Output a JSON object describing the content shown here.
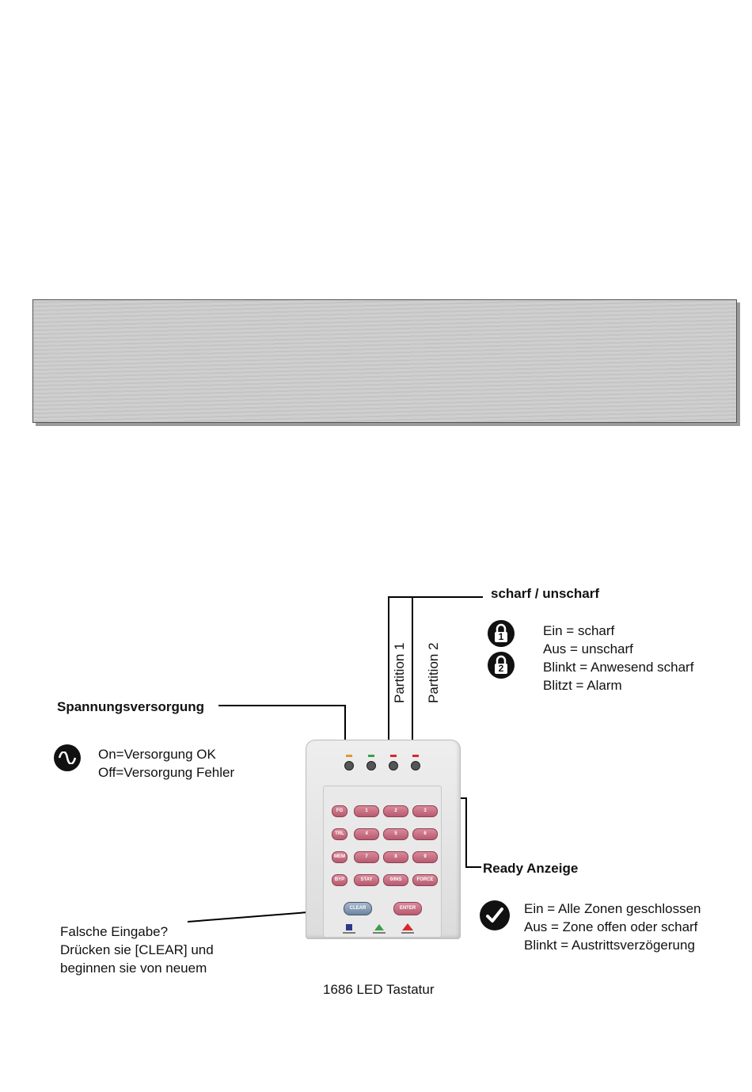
{
  "callouts": {
    "arm_title": "scharf / unscharf",
    "partition1": "Partition 1",
    "partition2": "Partition 2",
    "arm_lines": [
      "Ein = scharf",
      "Aus =  unscharf",
      "Blinkt = Anwesend scharf",
      "Blitzt = Alarm"
    ],
    "arm_icon1_digit": "1",
    "arm_icon2_digit": "2",
    "power_title": "Spannungsversorgung",
    "power_lines": [
      "On=Versorgung OK",
      "Off=Versorgung Fehler"
    ],
    "ready_title": "Ready Anzeige",
    "ready_lines": [
      "Ein = Alle Zonen geschlossen",
      "Aus = Zone offen oder scharf",
      "Blinkt = Austrittsverzögerung"
    ],
    "clear_lines": [
      "Falsche Eingabe?",
      "Drücken sie [CLEAR] und",
      "beginnen sie von neuem"
    ],
    "caption": "1686 LED Tastatur"
  },
  "keypad": {
    "rows": [
      [
        "FG",
        "1",
        "2",
        "3"
      ],
      [
        "TRL",
        "4",
        "5",
        "6"
      ],
      [
        "MEM",
        "7",
        "8",
        "9"
      ],
      [
        "BYP",
        "STAY",
        "0/INS",
        "FORCE"
      ]
    ],
    "clear_label": "CLEAR",
    "enter_label": "ENTER",
    "led_colors": [
      "#e09a2a",
      "#3aa04a",
      "#d8282a",
      "#d8282a"
    ]
  },
  "icons": [
    "lock-1-icon",
    "lock-2-icon",
    "ac-power-icon",
    "checkmark-icon"
  ]
}
